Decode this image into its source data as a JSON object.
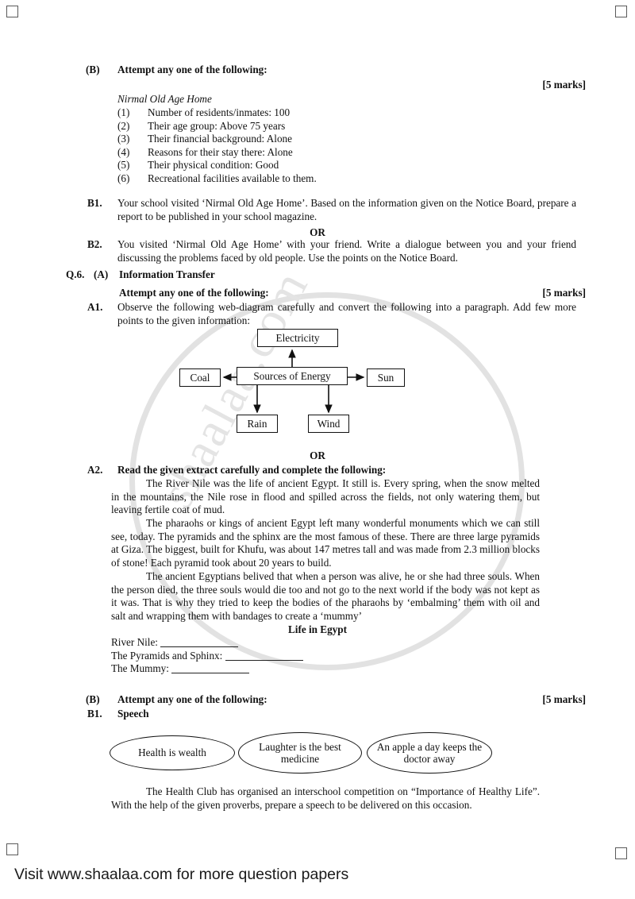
{
  "page": {
    "watermark_text": "shaalaa.com",
    "footer": "Visit www.shaalaa.com for more question papers"
  },
  "section_b_top": {
    "label": "(B)",
    "heading": "Attempt any one of the following:",
    "marks": "[5 marks]",
    "notice_title": "Nirmal Old Age Home",
    "points": [
      {
        "n": "(1)",
        "text": "Number of residents/inmates: 100"
      },
      {
        "n": "(2)",
        "text": "Their age group: Above 75 years"
      },
      {
        "n": "(3)",
        "text": "Their financial background: Alone"
      },
      {
        "n": "(4)",
        "text": "Reasons for their stay there: Alone"
      },
      {
        "n": "(5)",
        "text": "Their physical condition: Good"
      },
      {
        "n": "(6)",
        "text": "Recreational facilities available to them."
      }
    ],
    "b1_label": "B1.",
    "b1_text": "Your school visited ‘Nirmal Old Age Home’. Based on the information given on the Notice Board, prepare a report to be published in your school magazine.",
    "or": "OR",
    "b2_label": "B2.",
    "b2_text": "You visited ‘Nirmal Old Age Home’ with your friend. Write a dialogue between you and your friend discussing the problems faced by old people. Use the points on the Notice Board."
  },
  "q6": {
    "q_label": "Q.6.",
    "a_label": "(A)",
    "a_title": "Information Transfer",
    "a_attempt": "Attempt any one of the following:",
    "a_marks": "[5 marks]",
    "a1_label": "A1.",
    "a1_text": "Observe the following web-diagram carefully and convert the following into a paragraph. Add few more points to the given information:",
    "diagram": {
      "center": "Sources of Energy",
      "top": "Electricity",
      "left": "Coal",
      "right": "Sun",
      "bottom_left": "Rain",
      "bottom_right": "Wind"
    },
    "or": "OR",
    "a2_label": "A2.",
    "a2_title": "Read the given extract carefully and complete the following:",
    "extract_paragraphs": [
      "The River Nile was the life of ancient Egypt. It still is. Every spring, when the snow melted in the mountains, the Nile rose in flood and spilled across the fields, not only watering them, but leaving fertile coat of mud.",
      "The pharaohs or kings of ancient Egypt left many wonderful monuments which we can still see, today. The pyramids and the sphinx are the most famous of these. There are three large pyramids at Giza. The biggest, built for Khufu, was about 147 metres tall and was made from 2.3 million blocks of stone! Each pyramid took about 20 years to build.",
      "The ancient Egyptians belived that when a person was alive, he or she had three souls. When the person died, the three souls would die too and not go to the next world if the body was not kept as it was. That is why they tried to keep the bodies of the pharaohs by ‘embalming’ them with oil and salt and wrapping them with bandages to create a ‘mummy’"
    ],
    "table_title": "Life in Egypt",
    "blanks": [
      {
        "label": "River Nile:"
      },
      {
        "label": "The Pyramids and Sphinx:"
      },
      {
        "label": "The Mummy:"
      }
    ]
  },
  "section_b_bottom": {
    "label": "(B)",
    "heading": "Attempt any one of the following:",
    "marks": "[5 marks]",
    "b1_label": "B1.",
    "b1_title": "Speech",
    "proverbs": [
      "Health is wealth",
      "Laughter is the best medicine",
      "An apple a day keeps the doctor away"
    ],
    "closing_text": "The Health Club has organised an interschool competition on “Importance of Healthy Life”. With the help of the given proverbs, prepare a speech to be delivered on this occasion."
  }
}
